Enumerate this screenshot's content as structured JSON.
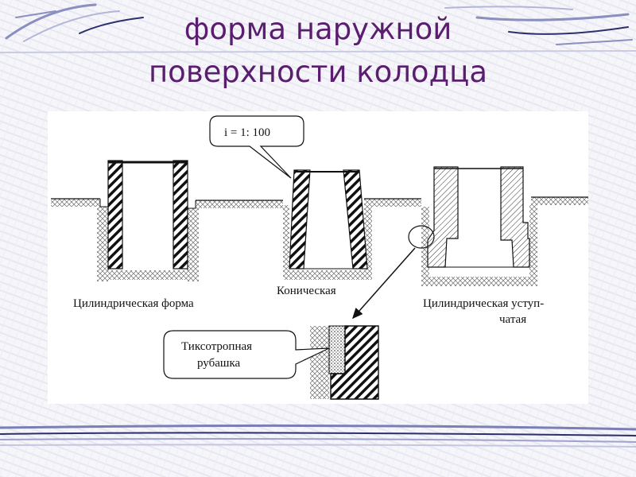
{
  "slide": {
    "title_line1": "форма наружной",
    "title_line2": "поверхности колодца",
    "colors": {
      "title": "#5a1e6e",
      "decor_stripe": "#7b7fb3",
      "decor_dark": "#2b2f6b"
    }
  },
  "diagram": {
    "callout_slope": "i = 1: 100",
    "label_cylindrical": "Цилиндрическая форма",
    "label_conical": "Коническая",
    "label_stepped_line1": "Цилиндрическая уступ-",
    "label_stepped_line2": "чатая",
    "callout_thixotropic_line1": "Тиксотропная",
    "callout_thixotropic_line2": "рубашка"
  }
}
